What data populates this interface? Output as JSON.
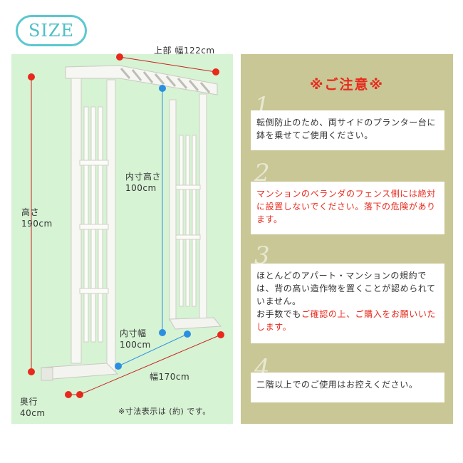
{
  "header": {
    "size_label": "SIZE"
  },
  "dimensions": {
    "top_width": "上部 幅122cm",
    "inner_height": "内寸高さ\n100cm",
    "height": "高さ\n190cm",
    "inner_width": "内寸幅\n100cm",
    "width": "幅170cm",
    "depth": "奥行\n40cm",
    "footnote": "※寸法表示は (約) です。"
  },
  "caution": {
    "title": "※ご注意※",
    "notes": [
      {
        "number": "1",
        "lines": [
          {
            "text": "転倒防止のため、両サイドのプランター台に鉢を乗せてご使用ください。"
          }
        ]
      },
      {
        "number": "2",
        "lines": [
          {
            "text": "マンションのベランダのフェンス側には絶対に設置しないでください。落下の危険があります。"
          }
        ]
      },
      {
        "number": "3",
        "lines": [
          {
            "text": "ほとんどのアパート・マンションの規約では、背の高い造作物を置くことが認められていません。"
          },
          {
            "text": "お手数でも"
          },
          {
            "text": "ご確認の上、ご購入をお願いいたします。"
          }
        ]
      },
      {
        "number": "4",
        "lines": [
          {
            "text": "二階以上でのご使用はお控えください。"
          }
        ]
      }
    ]
  },
  "colors": {
    "accent_red": "#e8291c",
    "blue_marker": "#2a8fe0",
    "left_bg": "#d6f3d4",
    "right_bg": "#c8c795",
    "badge": "#5bc8d0"
  }
}
